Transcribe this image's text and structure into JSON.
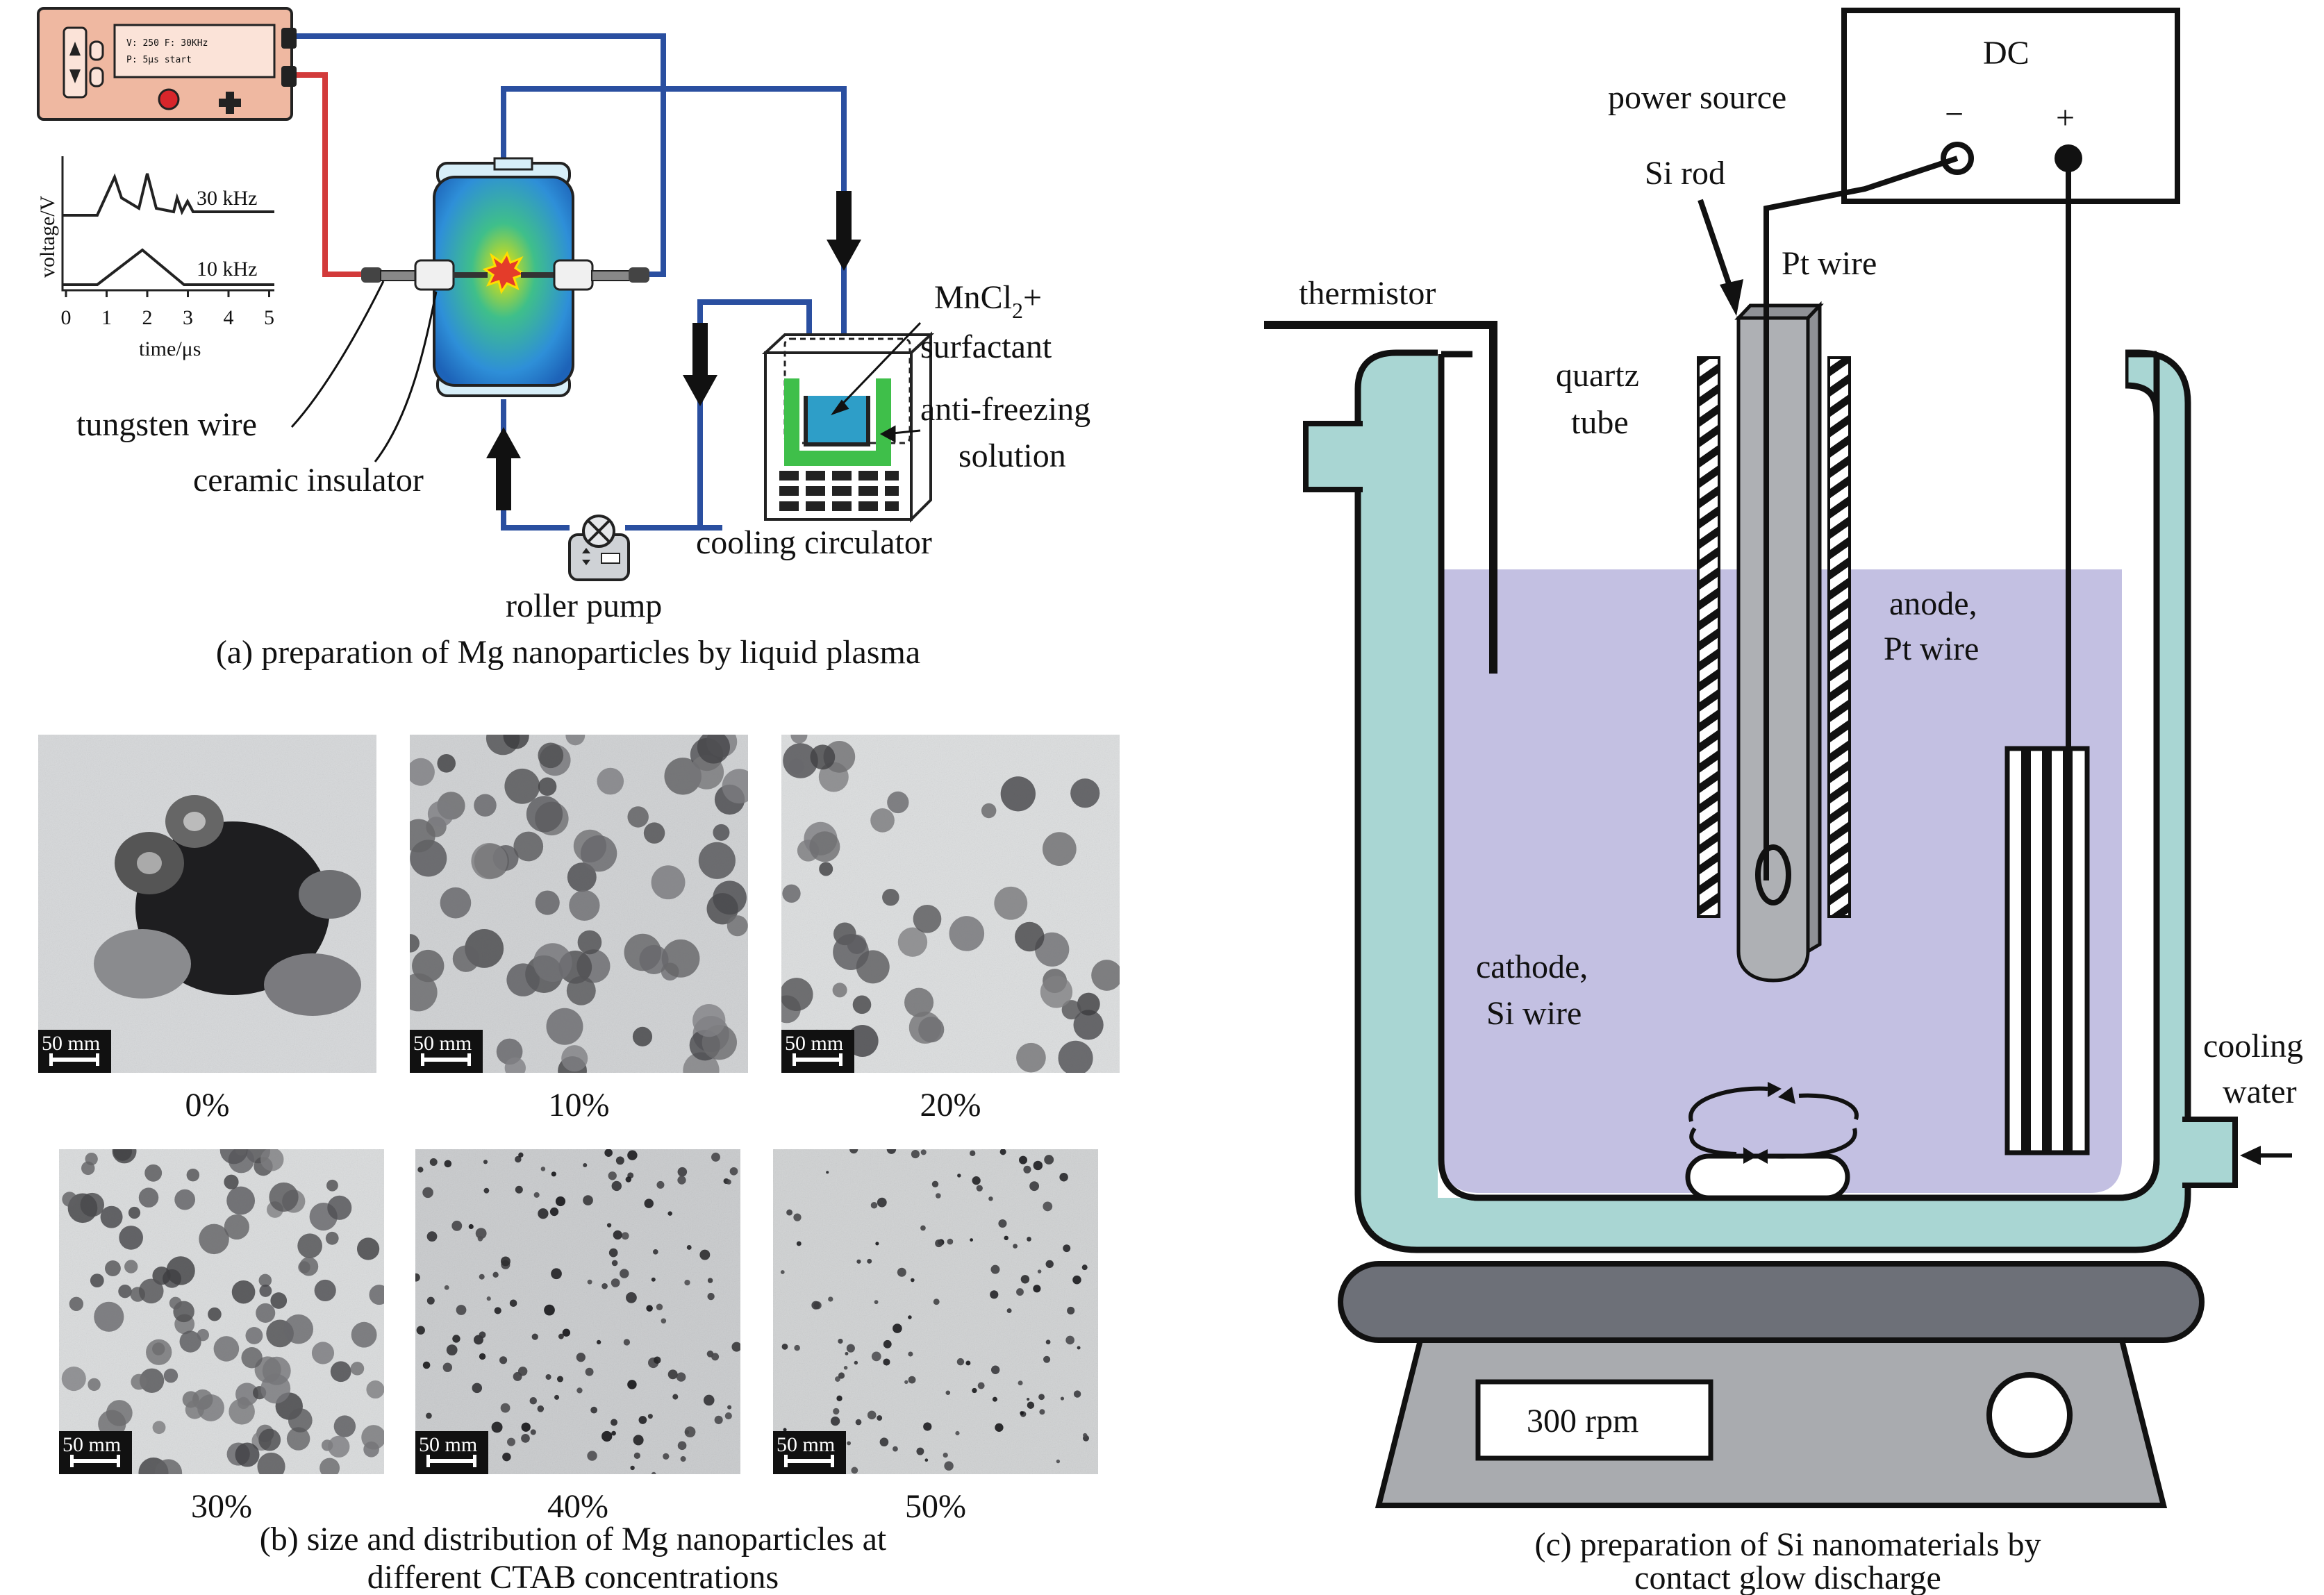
{
  "panel_a": {
    "caption": "(a) preparation of Mg nanoparticles by liquid plasma",
    "device_display_line1": "V: 250   F: 30KHz",
    "device_display_line2": "P: 5μs      start",
    "waveform": {
      "y_label": "voltage/V",
      "x_label": "time/μs",
      "x_ticks": [
        "0",
        "1",
        "2",
        "3",
        "4",
        "5"
      ],
      "curve_labels": [
        "30 kHz",
        "10 kHz"
      ]
    },
    "labels": {
      "tungsten_wire": "tungsten wire",
      "ceramic_insulator": "ceramic insulator",
      "roller_pump": "roller pump",
      "cooling_circulator": "cooling circulator",
      "mncl2": "MnCl",
      "mncl2_sub": "2",
      "mncl2_plus": "+",
      "surfactant": "surfactant",
      "anti_freezing": "anti-freezing",
      "solution": "solution"
    },
    "colors": {
      "blue_line": "#2a4fa0",
      "red_line": "#d23a3a",
      "device_body": "#efb8a1"
    }
  },
  "panel_b": {
    "caption_line1": "(b) size and distribution of Mg nanoparticles at",
    "caption_line2": "different CTAB concentrations",
    "scale_bar_label": "50 mm",
    "images": [
      {
        "label": "0%"
      },
      {
        "label": "10%"
      },
      {
        "label": "20%"
      },
      {
        "label": "30%"
      },
      {
        "label": "40%"
      },
      {
        "label": "50%"
      }
    ]
  },
  "panel_c": {
    "caption_line1": "(c) preparation of Si nanomaterials by",
    "caption_line2": "contact glow discharge",
    "labels": {
      "dc": "DC",
      "power_source": "power source",
      "minus": "−",
      "plus": "+",
      "si_rod": "Si rod",
      "pt_wire": "Pt wire",
      "thermistor": "thermistor",
      "quartz": "quartz",
      "tube": "tube",
      "anode": "anode,",
      "anode_pt": "Pt wire",
      "cathode": "cathode,",
      "cathode_si": "Si wire",
      "cooling": "cooling",
      "water": "water",
      "rpm": "300 rpm"
    },
    "colors": {
      "jacket": "#a9d6d3",
      "liquid": "#c3c0e2",
      "base": "#6d7078",
      "stand": "#a9abaf"
    }
  }
}
